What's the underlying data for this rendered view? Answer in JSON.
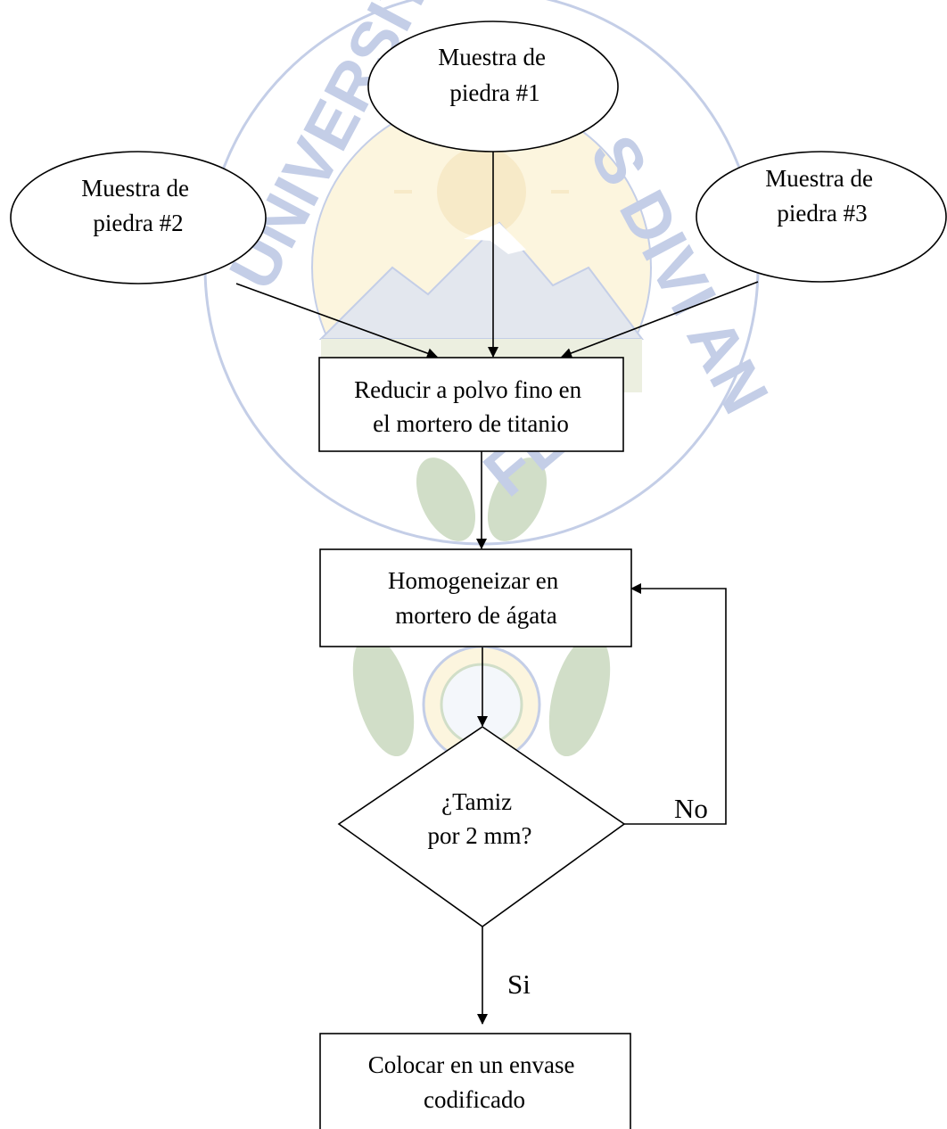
{
  "colors": {
    "line": "#000000",
    "background": "#ffffff",
    "watermark_blue": "#2b4fa8",
    "watermark_gold": "#e3b23c",
    "watermark_green": "#5c8a3a"
  },
  "watermark": {
    "left_text": "UNIVERSITAS MAJOR",
    "right_text": "S DIVI AN",
    "bottom_text": "FE"
  },
  "flowchart": {
    "nodes": [
      {
        "id": "sample1",
        "shape": "ellipse",
        "lines": [
          "Muestra de",
          "piedra #1"
        ]
      },
      {
        "id": "sample2",
        "shape": "ellipse",
        "lines": [
          "Muestra de",
          "piedra #2"
        ]
      },
      {
        "id": "sample3",
        "shape": "ellipse",
        "lines": [
          "Muestra de",
          "piedra #3"
        ]
      },
      {
        "id": "reduce",
        "shape": "rect",
        "lines": [
          "Reducir a polvo fino en",
          "el mortero de titanio"
        ]
      },
      {
        "id": "homogenize",
        "shape": "rect",
        "lines": [
          "Homogeneizar en",
          "mortero de ágata"
        ]
      },
      {
        "id": "sieve",
        "shape": "diamond",
        "lines": [
          "¿Tamiz",
          "por 2 mm?"
        ]
      },
      {
        "id": "store",
        "shape": "rect",
        "lines": [
          "Colocar en un envase",
          "codificado"
        ]
      }
    ],
    "edges": [
      {
        "from": "sample1",
        "to": "reduce",
        "label": ""
      },
      {
        "from": "sample2",
        "to": "reduce",
        "label": ""
      },
      {
        "from": "sample3",
        "to": "reduce",
        "label": ""
      },
      {
        "from": "reduce",
        "to": "homogenize",
        "label": ""
      },
      {
        "from": "homogenize",
        "to": "sieve",
        "label": ""
      },
      {
        "from": "sieve",
        "to": "homogenize",
        "label": "No"
      },
      {
        "from": "sieve",
        "to": "store",
        "label": "Si"
      }
    ]
  }
}
